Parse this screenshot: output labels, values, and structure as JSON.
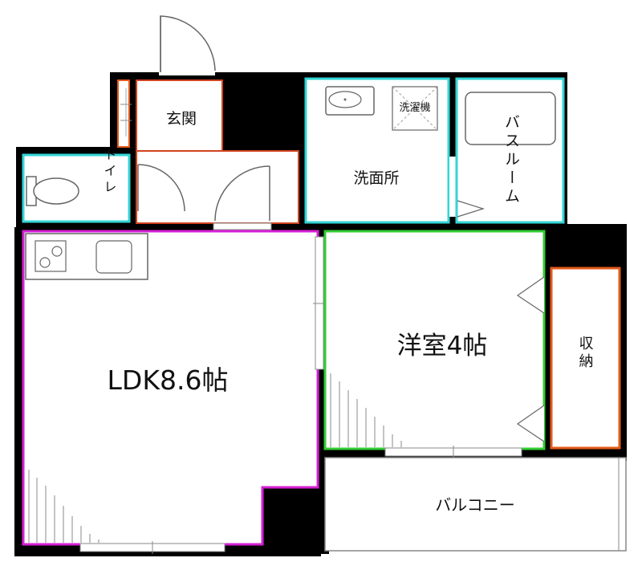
{
  "rooms": {
    "entrance": "玄関",
    "toilet": "トイレ",
    "washroom": "洗面所",
    "washing_machine": "洗濯機",
    "bathroom": "バスルーム",
    "ldk": "LDK8.6帖",
    "western_room": "洋室4帖",
    "storage": "収納",
    "balcony": "バルコニー"
  },
  "colors": {
    "wall": "#000000",
    "floor": "#ffffff",
    "entrance_outline": "#d0431f",
    "wet_area_outline": "#33d6d6",
    "ldk_outline": "#d61fd6",
    "western_outline": "#33cc33",
    "storage_outline": "#e35a1a",
    "fixture_line": "#666666"
  }
}
